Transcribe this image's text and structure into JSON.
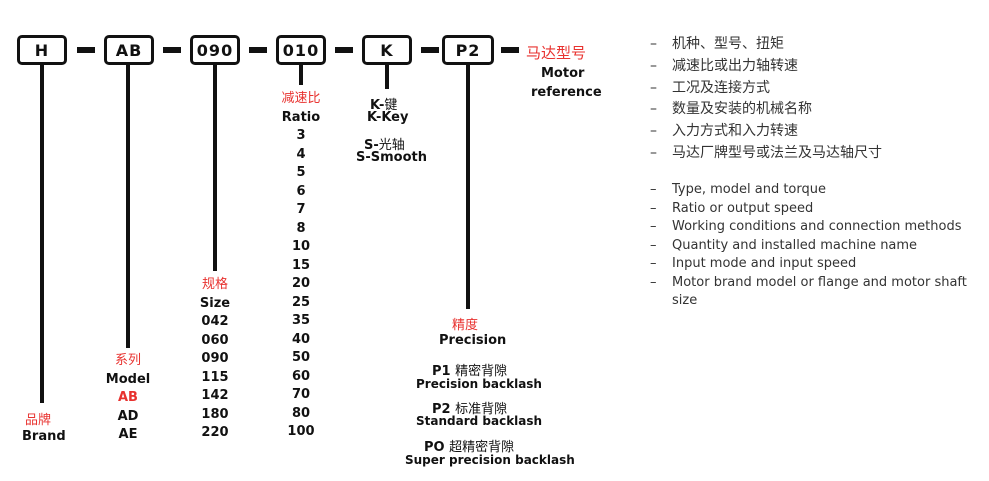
{
  "codes": [
    "H",
    "AB",
    "090",
    "010",
    "K",
    "P2"
  ],
  "motor": {
    "cn": "马达型号",
    "en1": "Motor",
    "en2": "reference"
  },
  "brand": {
    "cn": "品牌",
    "en": "Brand"
  },
  "model": {
    "cn": "系列",
    "en": "Model",
    "items": [
      "AB",
      "AD",
      "AE"
    ]
  },
  "size": {
    "cn": "规格",
    "en": "Size",
    "items": [
      "042",
      "060",
      "090",
      "115",
      "142",
      "180",
      "220"
    ]
  },
  "ratio": {
    "cn": "减速比",
    "en": "Ratio",
    "items": [
      "3",
      "4",
      "5",
      "6",
      "7",
      "8",
      "10",
      "15",
      "20",
      "25",
      "35",
      "40",
      "50",
      "60",
      "70",
      "80",
      "100"
    ]
  },
  "key": {
    "k_code": "K-",
    "k_cn": "键",
    "k_en": "K-Key",
    "s_code": "S-",
    "s_cn": "光轴",
    "s_en": "S-Smooth"
  },
  "precision": {
    "cn": "精度",
    "en": "Precision",
    "items": [
      {
        "code": "P1",
        "cn": "精密背隙",
        "en": "Precision backlash"
      },
      {
        "code": "P2",
        "cn": "标准背隙",
        "en": "Standard backlash"
      },
      {
        "code": "PO",
        "cn": "超精密背隙",
        "en": "Super precision backlash"
      }
    ]
  },
  "notes_cn": [
    "机种、型号、扭矩",
    "减速比或出力轴转速",
    "工况及连接方式",
    "数量及安装的机械名称",
    "入力方式和入力转速",
    "马达厂牌型号或法兰及马达轴尺寸"
  ],
  "notes_en": [
    "Type, model and torque",
    "Ratio or output speed",
    "Working conditions and connection methods",
    "Quantity and installed machine name",
    "Input mode and input speed",
    "Motor brand model or flange and motor shaft size"
  ],
  "dash_mark": "–",
  "colors": {
    "accent": "#e8322f",
    "line": "#111111"
  }
}
